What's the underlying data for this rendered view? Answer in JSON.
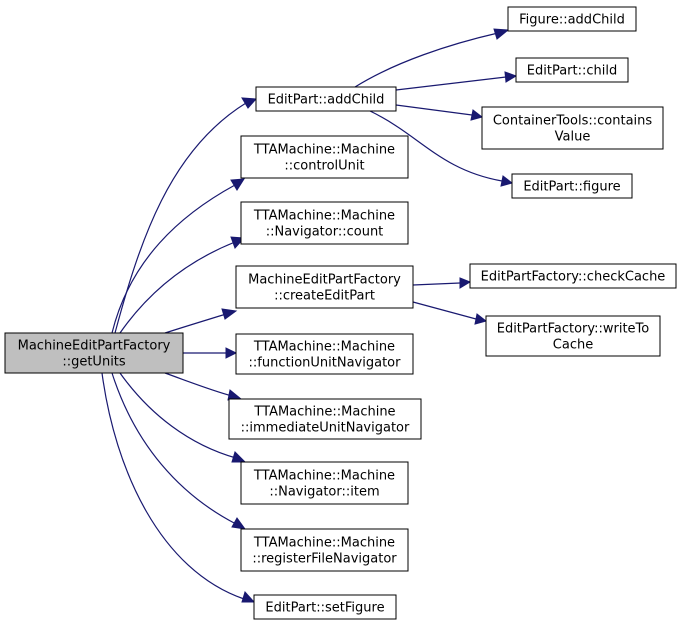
{
  "colors": {
    "background": "#ffffff",
    "node_fill": "#ffffff",
    "root_fill": "#bfbfbf",
    "border": "#000000",
    "edge": "#191970"
  },
  "root_node": {
    "lines": [
      "MachineEditPartFactory",
      "::getUnits"
    ]
  },
  "nodes": [
    {
      "id": "editpart-addchild",
      "lines": [
        "EditPart::addChild"
      ]
    },
    {
      "id": "machine-controlunit",
      "lines": [
        "TTAMachine::Machine",
        "::controlUnit"
      ]
    },
    {
      "id": "navigator-count",
      "lines": [
        "TTAMachine::Machine",
        "::Navigator::count"
      ]
    },
    {
      "id": "factory-createeditpart",
      "lines": [
        "MachineEditPartFactory",
        "::createEditPart"
      ]
    },
    {
      "id": "machine-functionunitnavigator",
      "lines": [
        "TTAMachine::Machine",
        "::functionUnitNavigator"
      ]
    },
    {
      "id": "machine-immediateunitnavigator",
      "lines": [
        "TTAMachine::Machine",
        "::immediateUnitNavigator"
      ]
    },
    {
      "id": "navigator-item",
      "lines": [
        "TTAMachine::Machine",
        "::Navigator::item"
      ]
    },
    {
      "id": "machine-registerfilenavigator",
      "lines": [
        "TTAMachine::Machine",
        "::registerFileNavigator"
      ]
    },
    {
      "id": "editpart-setfigure",
      "lines": [
        "EditPart::setFigure"
      ]
    },
    {
      "id": "figure-addchild",
      "lines": [
        "Figure::addChild"
      ]
    },
    {
      "id": "editpart-child",
      "lines": [
        "EditPart::child"
      ]
    },
    {
      "id": "containertools-containsvalue",
      "lines": [
        "ContainerTools::contains",
        "Value"
      ]
    },
    {
      "id": "editpart-figure",
      "lines": [
        "EditPart::figure"
      ]
    },
    {
      "id": "editpartfactory-checkcache",
      "lines": [
        "EditPartFactory::checkCache"
      ]
    },
    {
      "id": "editpartfactory-writetocache",
      "lines": [
        "EditPartFactory::writeTo",
        "Cache"
      ]
    }
  ],
  "edges": [
    {
      "from": "root",
      "to": "editpart-addchild"
    },
    {
      "from": "root",
      "to": "machine-controlunit"
    },
    {
      "from": "root",
      "to": "navigator-count"
    },
    {
      "from": "root",
      "to": "factory-createeditpart"
    },
    {
      "from": "root",
      "to": "machine-functionunitnavigator"
    },
    {
      "from": "root",
      "to": "machine-immediateunitnavigator"
    },
    {
      "from": "root",
      "to": "navigator-item"
    },
    {
      "from": "root",
      "to": "machine-registerfilenavigator"
    },
    {
      "from": "root",
      "to": "editpart-setfigure"
    },
    {
      "from": "editpart-addchild",
      "to": "figure-addchild"
    },
    {
      "from": "editpart-addchild",
      "to": "editpart-child"
    },
    {
      "from": "editpart-addchild",
      "to": "containertools-containsvalue"
    },
    {
      "from": "editpart-addchild",
      "to": "editpart-figure"
    },
    {
      "from": "factory-createeditpart",
      "to": "editpartfactory-checkcache"
    },
    {
      "from": "factory-createeditpart",
      "to": "editpartfactory-writetocache"
    }
  ]
}
